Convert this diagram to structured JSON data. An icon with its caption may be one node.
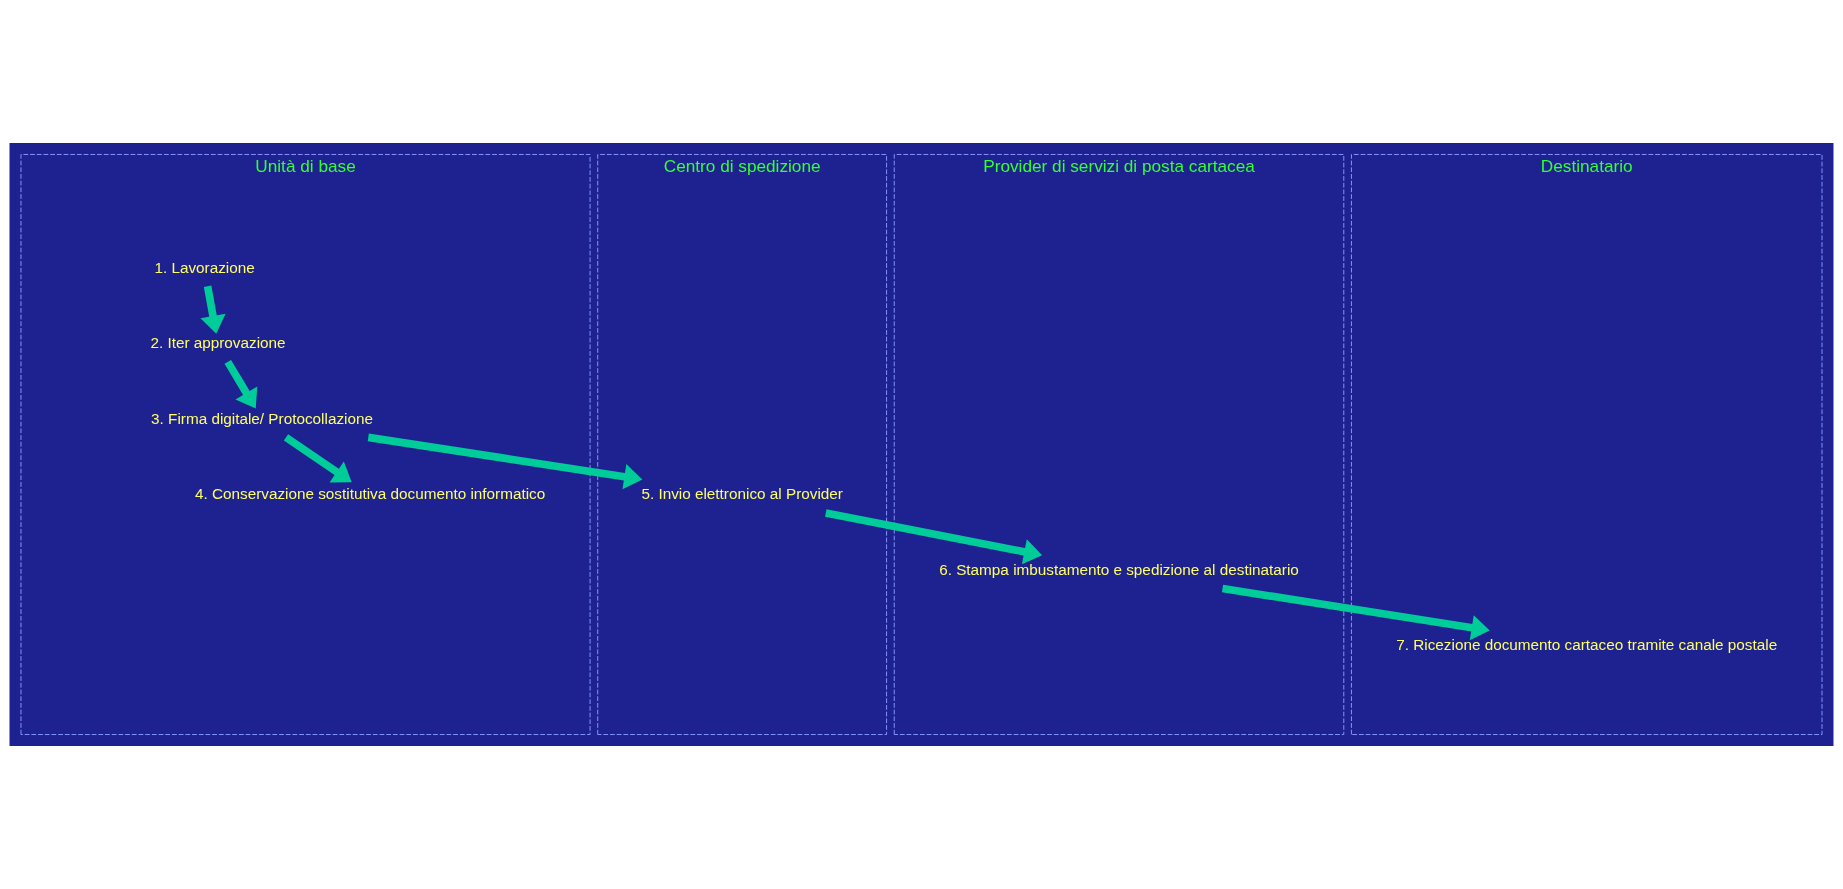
{
  "diagram": {
    "nodes": [
      {
        "text": [
          "Unità di base"
        ]
      },
      {
        "text": [
          "Centro di spedizione"
        ]
      },
      {
        "text": [
          "Provider di servizi di posta cartacea"
        ]
      },
      {
        "text": [
          "Destinatario"
        ]
      },
      {
        "text": [
          "1. Lavorazione"
        ],
        "in": 0
      },
      {
        "text": [
          "2. Iter approvazione"
        ],
        "in": 0
      },
      {
        "text": [
          "3. Firma digitale/ Protocollazione"
        ],
        "in": 0
      },
      {
        "text": [
          "4. Conservazione sostitutiva documento informatico"
        ],
        "in": 0
      },
      {
        "text": [
          "5. Invio elettronico al Provider"
        ],
        "in": 1
      },
      {
        "text": [
          "6. Stampa imbustamento e spedizione al destinatario"
        ],
        "in": 2
      },
      {
        "text": [
          "7. Ricezione documento cartaceo tramite canale postale"
        ],
        "in": 3
      }
    ],
    "edges": [
      {
        "from": 4,
        "to": 5,
        "arrow": "to"
      },
      {
        "from": 5,
        "to": 6,
        "arrow": "to"
      },
      {
        "from": 6,
        "to": 8,
        "arrow": "to"
      },
      {
        "from": 6,
        "to": 7,
        "arrow": "to"
      },
      {
        "from": 8,
        "to": 9,
        "arrow": "to"
      },
      {
        "from": 9,
        "to": 10,
        "arrow": "to"
      }
    ]
  }
}
